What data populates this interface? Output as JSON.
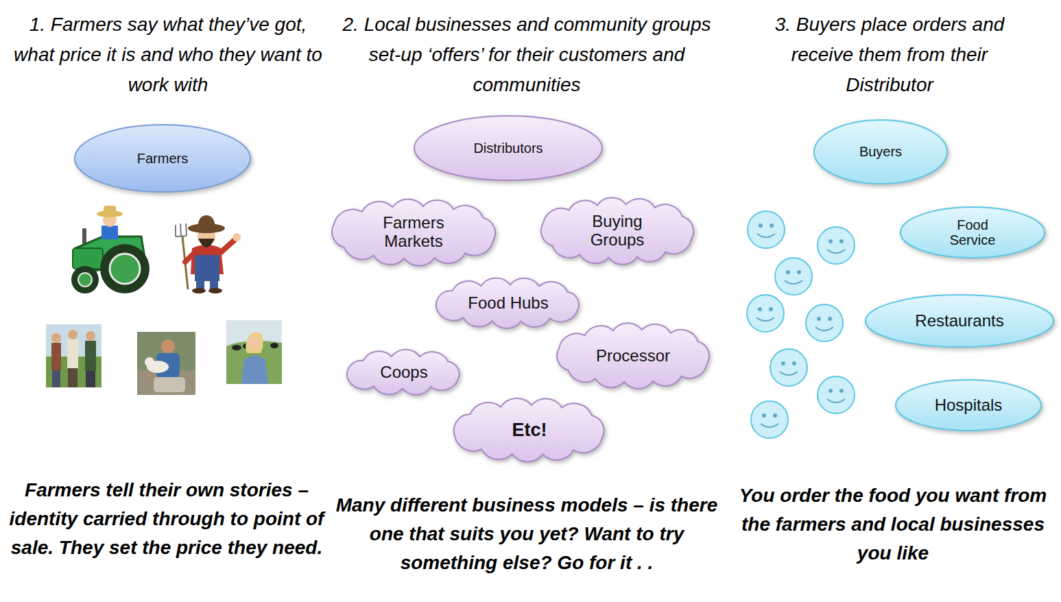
{
  "diagram": {
    "nodes": [
      {
        "text": [
          "Farmers"
        ]
      },
      {
        "text": [
          "Distributors"
        ]
      },
      {
        "text": [
          "Farmers Markets"
        ]
      },
      {
        "text": [
          "Buying Groups"
        ]
      },
      {
        "text": [
          "Food Hubs"
        ]
      },
      {
        "text": [
          "Coops"
        ]
      },
      {
        "text": [
          "Processor"
        ]
      },
      {
        "text": [
          "Etc!"
        ]
      },
      {
        "text": [
          "Buyers"
        ]
      },
      {
        "text": [
          "Food Service"
        ]
      },
      {
        "text": [
          "Restaurants"
        ]
      },
      {
        "text": [
          "Hospitals"
        ]
      }
    ],
    "labels": [
      "1. Farmers say what they’ve got, what price it is and who they want to work with",
      "2. Local businesses and community groups set-up ‘offers’ for their customers and communities",
      "3. Buyers place orders and receive them from their Distributor",
      "Farmers tell their own stories – identity carried through to point of sale. They set the price they need.",
      "Many different business models – is there one that suits you yet? Want to try something else? Go for it . .",
      "You order the food you want from the farmers and local businesses you like"
    ]
  }
}
